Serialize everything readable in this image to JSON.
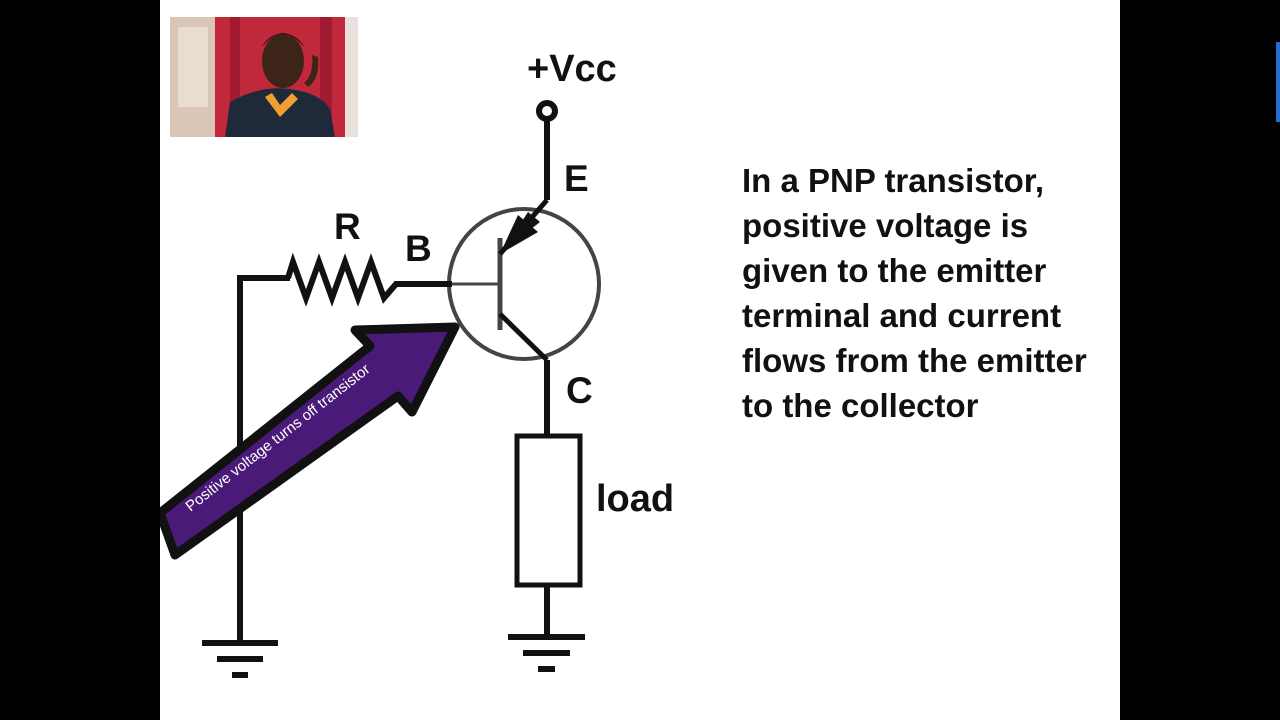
{
  "diagram": {
    "vcc_label": "+Vcc",
    "emitter_label": "E",
    "base_label": "B",
    "collector_label": "C",
    "resistor_label": "R",
    "load_label": "load"
  },
  "callout": {
    "text": "Positive voltage turns off transistor",
    "color": "#4a1a78"
  },
  "explanation": {
    "text": "In a PNP transistor, positive voltage is given to the emitter terminal and current flows from the emitter to the collector"
  },
  "webcam": {
    "icon": "presenter-webcam-icon"
  }
}
